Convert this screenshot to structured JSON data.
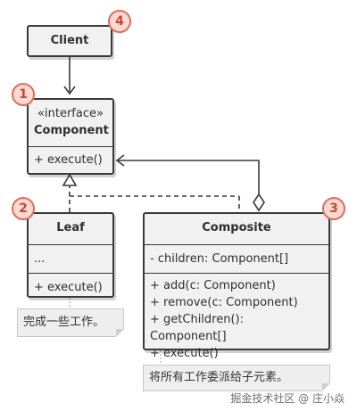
{
  "client": {
    "label": "Client"
  },
  "component": {
    "stereotype": "«interface»",
    "name": "Component",
    "methods": [
      "+ execute()"
    ]
  },
  "leaf": {
    "name": "Leaf",
    "fields": [
      "..."
    ],
    "methods": [
      "+ execute()"
    ]
  },
  "composite": {
    "name": "Composite",
    "fields": [
      "- children: Component[]"
    ],
    "methods": [
      "+ add(c: Component)",
      "+ remove(c: Component)",
      "+ getChildren(): Component[]",
      "+ execute()"
    ]
  },
  "notes": {
    "leaf": "完成一些工作。",
    "composite": "将所有工作委派给子元素。"
  },
  "badges": [
    "1",
    "2",
    "3",
    "4"
  ],
  "watermark": "掘金技术社区 @ 庄小焱",
  "colors": {
    "box_fill": "#f1f1f1",
    "stroke": "#3a3a3a",
    "badge_fill": "#fbd9d2",
    "badge_stroke": "#d8705f"
  }
}
